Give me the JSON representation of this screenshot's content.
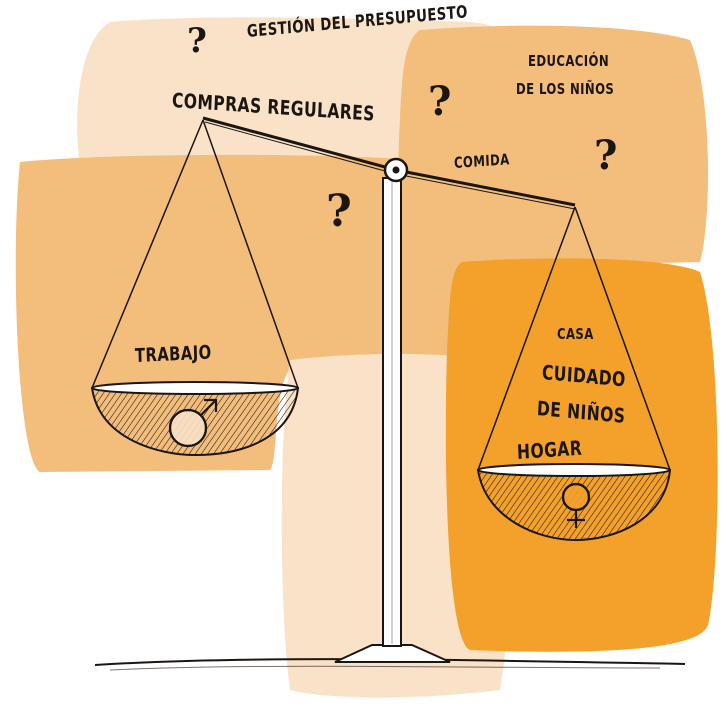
{
  "colors": {
    "light_peach": "#f9e2c7",
    "mid_orange": "#f3bd7c",
    "deep_orange": "#f3a12b",
    "ink": "#1c1612"
  },
  "labels": {
    "budget_management": "GESTIÓN DEL PRESUPUESTO",
    "regular_shopping": "COMPRAS REGULARES",
    "children_education": "EDUCACIÓN",
    "children_education_2": "DE LOS NIÑOS",
    "food": "COMIDA",
    "work": "TRABAJO",
    "house": "CASA",
    "childcare": "CUIDADO",
    "childcare_2": "DE NIÑOS",
    "home": "HOGAR"
  },
  "question_mark": "?",
  "symbols": {
    "male": "male-symbol-icon",
    "female": "female-symbol-icon"
  }
}
